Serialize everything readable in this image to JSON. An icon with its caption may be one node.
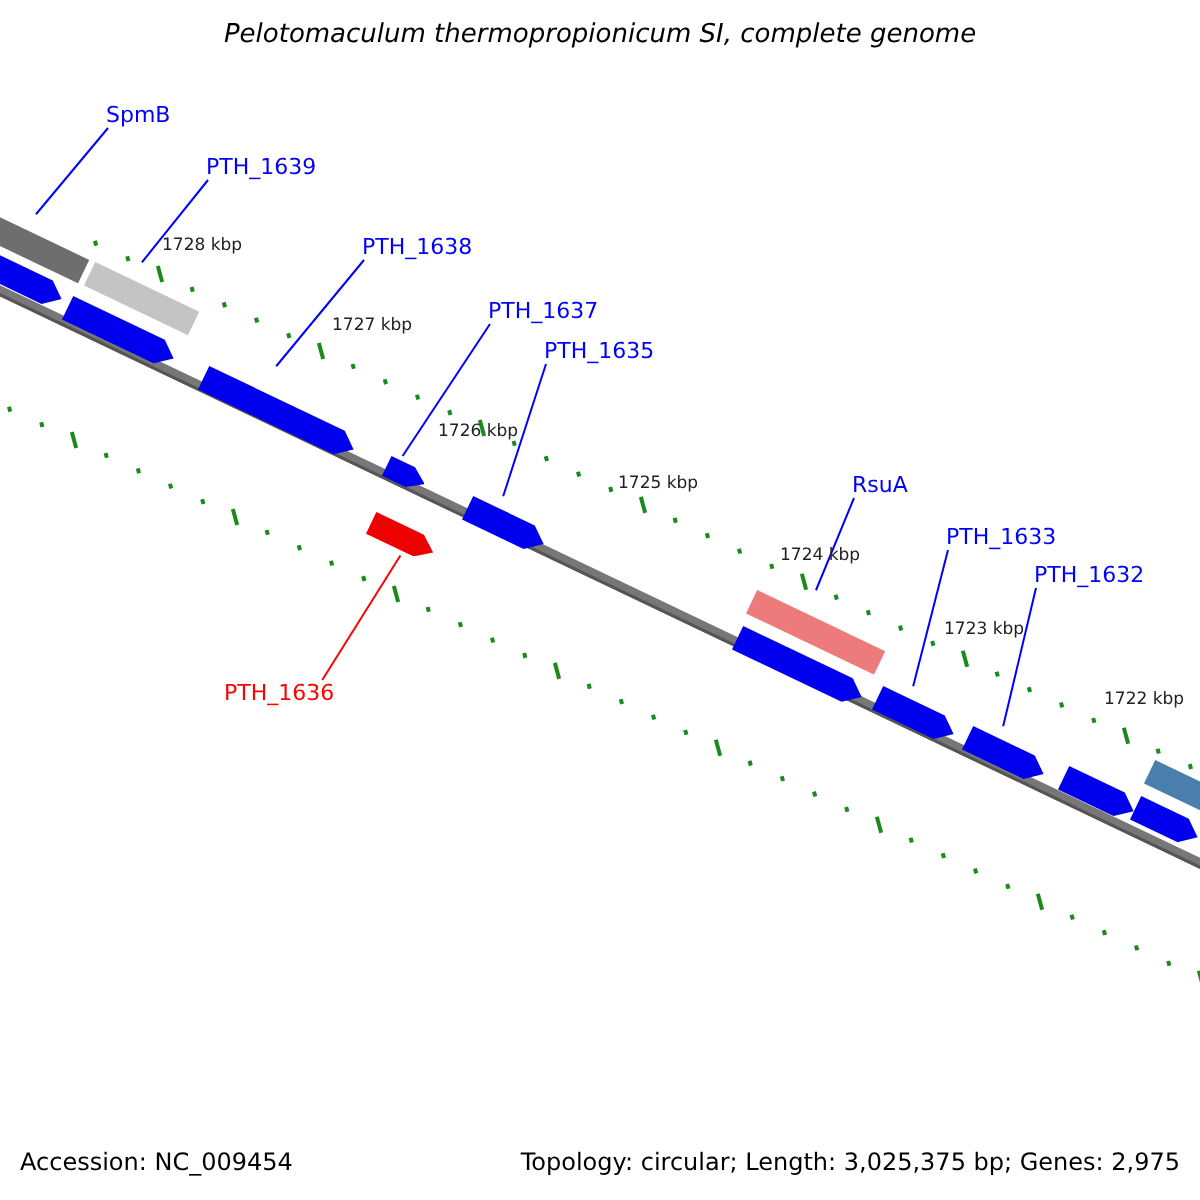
{
  "diagram": {
    "title": "Pelotomaculum thermopropionicum SI, complete genome",
    "nodes": [
      {
        "text": [
          "SpmB"
        ]
      },
      {
        "text": [
          "PTH_1639"
        ]
      },
      {
        "text": [
          "PTH_1638"
        ]
      },
      {
        "text": [
          "PTH_1637"
        ]
      },
      {
        "text": [
          "PTH_1635"
        ]
      },
      {
        "text": [
          "RsuA"
        ]
      },
      {
        "text": [
          "PTH_1633"
        ]
      },
      {
        "text": [
          "PTH_1632"
        ]
      },
      {
        "text": [
          "PTH_1636"
        ]
      },
      {
        "text": [],
        "shape": "bar"
      },
      {
        "text": [],
        "shape": "bar"
      },
      {
        "text": [],
        "shape": "arrow"
      },
      {
        "text": [],
        "shape": "arrow"
      },
      {
        "text": [],
        "shape": "arrow"
      },
      {
        "text": [],
        "shape": "arrow"
      },
      {
        "text": [],
        "shape": "arrow"
      },
      {
        "text": [],
        "shape": "arrow"
      },
      {
        "text": [],
        "shape": "bar"
      },
      {
        "text": [],
        "shape": "arrow"
      },
      {
        "text": [],
        "shape": "arrow"
      },
      {
        "text": [],
        "shape": "arrow"
      },
      {
        "text": [],
        "shape": "arrow"
      },
      {
        "text": [],
        "shape": "bar"
      },
      {
        "text": [],
        "shape": "arrow"
      }
    ],
    "edges": [
      {
        "from": 0,
        "to": 9,
        "arrow": "none"
      },
      {
        "from": 1,
        "to": 10,
        "arrow": "none"
      },
      {
        "from": 2,
        "to": 13,
        "arrow": "none"
      },
      {
        "from": 3,
        "to": 14,
        "arrow": "none"
      },
      {
        "from": 4,
        "to": 16,
        "arrow": "none"
      },
      {
        "from": 5,
        "to": 17,
        "arrow": "none"
      },
      {
        "from": 6,
        "to": 19,
        "arrow": "none"
      },
      {
        "from": 7,
        "to": 20,
        "arrow": "none"
      },
      {
        "from": 8,
        "to": 15,
        "arrow": "none",
        "color": "#ff0000"
      }
    ],
    "labels": [
      "1728 kbp",
      "1727 kbp",
      "1726 kbp",
      "1725 kbp",
      "1724 kbp",
      "1723 kbp",
      "1722 kbp",
      "Accession: NC_009454",
      "Topology: circular; Length: 3,025,375 bp; Genes: 2,975"
    ]
  }
}
